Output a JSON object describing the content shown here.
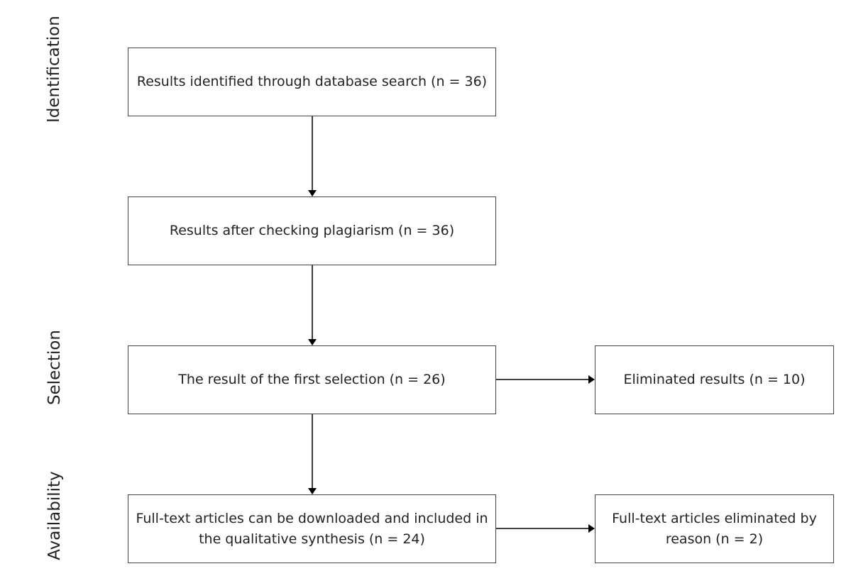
{
  "stages": {
    "identification": "Identification",
    "selection": "Selection",
    "availability": "Availability"
  },
  "boxes": {
    "identified": "Results identified through database search (n = 36)",
    "plagiarism": "Results after checking plagiarism (n = 36)",
    "first_selection": "The result of the first selection (n = 26)",
    "eliminated": "Eliminated results (n = 10)",
    "included": "Full-text articles can be downloaded and included in the qualitative synthesis (n = 24)",
    "eliminated_reason": "Full-text articles eliminated by reason (n = 2)"
  },
  "colors": {
    "border": "#444444",
    "arrow": "#000000",
    "text": "#222222"
  }
}
